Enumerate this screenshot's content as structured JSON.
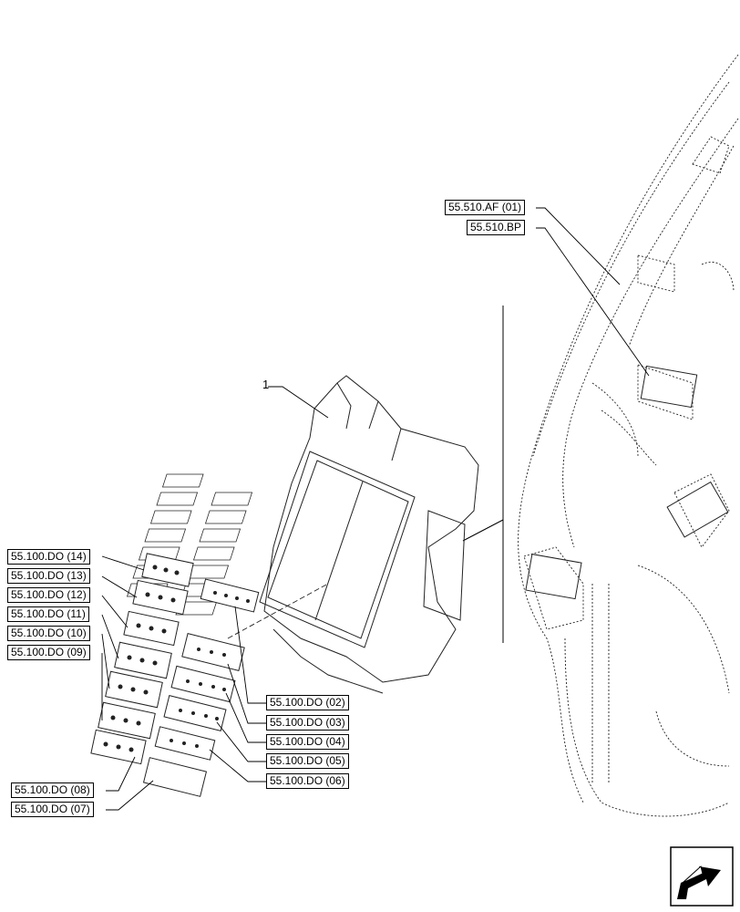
{
  "diagram": {
    "callout_number": "1",
    "references_right": {
      "ref_af01": "55.510.AF (01)",
      "ref_bp": "55.510.BP"
    },
    "references_left": [
      "55.100.DO (14)",
      "55.100.DO (13)",
      "55.100.DO (12)",
      "55.100.DO (11)",
      "55.100.DO (10)",
      "55.100.DO (09)"
    ],
    "references_middle": [
      "55.100.DO (02)",
      "55.100.DO (03)",
      "55.100.DO (04)",
      "55.100.DO (05)",
      "55.100.DO (06)"
    ],
    "references_bottom": [
      "55.100.DO (08)",
      "55.100.DO (07)"
    ],
    "nav_icon": "arrow-return-icon"
  }
}
